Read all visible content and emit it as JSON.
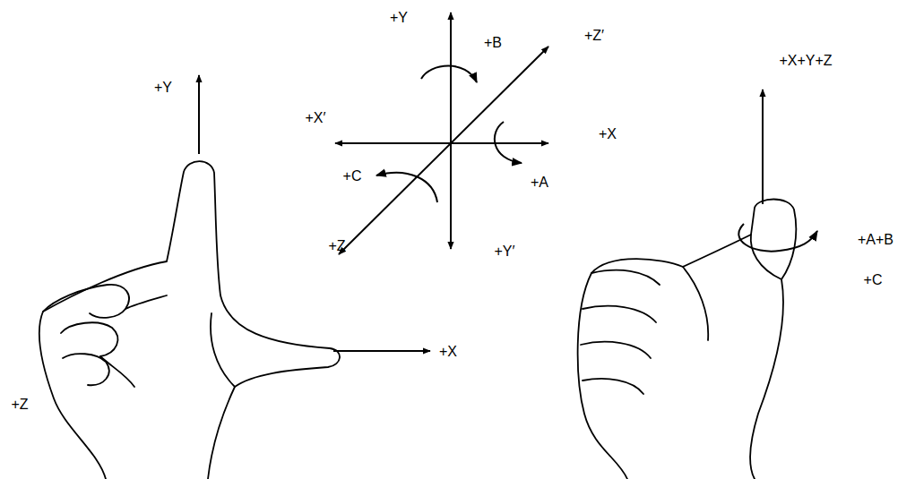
{
  "diagram": {
    "labels": [
      "+Y",
      "+X",
      "+Z",
      "+Y",
      "+B",
      "+Z′",
      "+X′",
      "+X",
      "+C",
      "+A",
      "+Z",
      "+Y′",
      "+X+Y+Z",
      "+A+B",
      "+C"
    ]
  }
}
